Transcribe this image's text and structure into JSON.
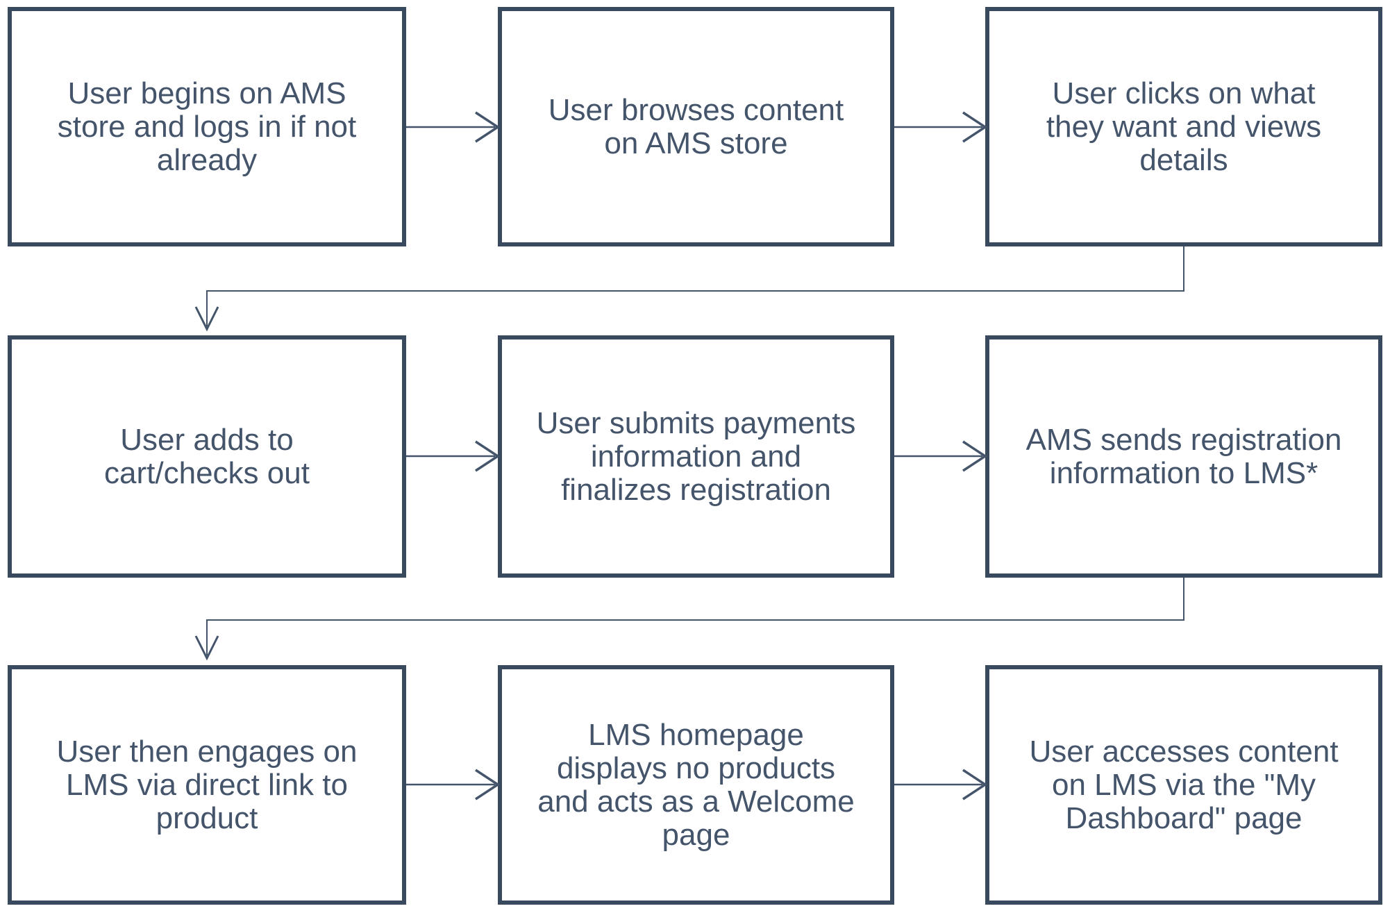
{
  "theme": {
    "background": "#ffffff",
    "box_fill": "#ffffff",
    "box_border": "#3a4a5e",
    "text_color": "#44546a",
    "connector_color": "#44546a"
  },
  "diagram": {
    "type": "flowchart",
    "boxes": [
      {
        "id": "box-1",
        "text": "User begins on AMS store and logs in if not already"
      },
      {
        "id": "box-2",
        "text": "User browses content on AMS store"
      },
      {
        "id": "box-3",
        "text": "User clicks on what they want and views details"
      },
      {
        "id": "box-4",
        "text": "User adds to cart/checks out"
      },
      {
        "id": "box-5",
        "text": "User submits payments information and finalizes registration"
      },
      {
        "id": "box-6",
        "text": "AMS sends registration information to LMS*"
      },
      {
        "id": "box-7",
        "text": "User then engages on LMS via direct link to product"
      },
      {
        "id": "box-8",
        "text": "LMS homepage displays no products and acts as a Welcome page"
      },
      {
        "id": "box-9",
        "text": "User accesses content on LMS via the \"My Dashboard\" page"
      }
    ],
    "connections": [
      {
        "from": "box-1",
        "to": "box-2",
        "style": "arrow-right"
      },
      {
        "from": "box-2",
        "to": "box-3",
        "style": "arrow-right"
      },
      {
        "from": "box-3",
        "to": "box-4",
        "style": "elbow-down-left"
      },
      {
        "from": "box-4",
        "to": "box-5",
        "style": "arrow-right"
      },
      {
        "from": "box-5",
        "to": "box-6",
        "style": "arrow-right"
      },
      {
        "from": "box-6",
        "to": "box-7",
        "style": "elbow-down-left"
      },
      {
        "from": "box-7",
        "to": "box-8",
        "style": "arrow-right"
      },
      {
        "from": "box-8",
        "to": "box-9",
        "style": "arrow-right"
      }
    ]
  }
}
